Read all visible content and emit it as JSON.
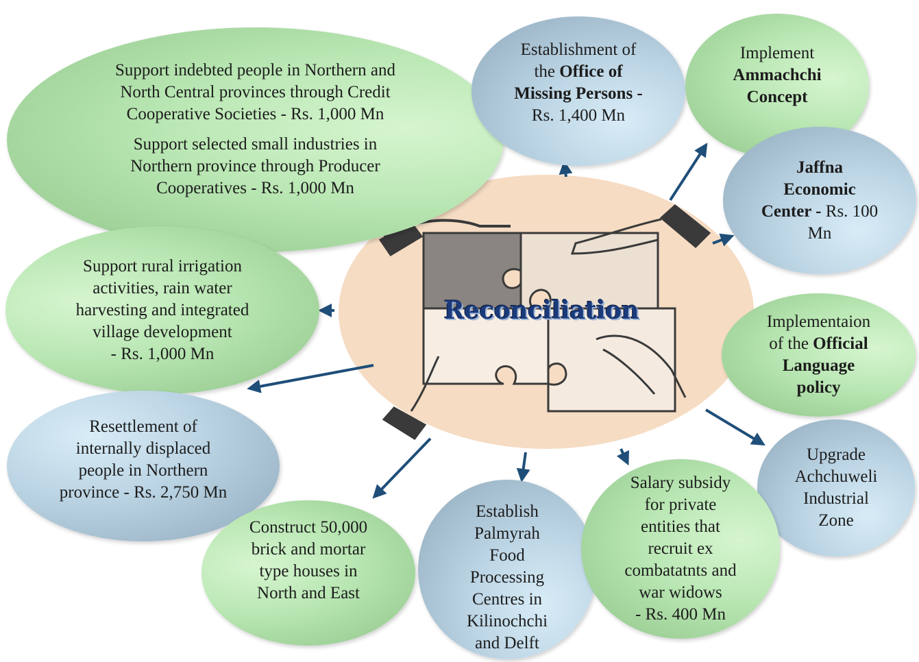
{
  "center": {
    "title": "Reconciliation"
  },
  "colors": {
    "arrow": "#1f4e79",
    "green": "#b8e6b2",
    "blue": "#b9d2e2",
    "center_fill": "#f5dcc3"
  },
  "nodes": {
    "credit_coop": {
      "line1": "Support indebted people in Northern and",
      "line2": "North Central provinces through Credit",
      "line3": "Cooperative Societies - Rs. 1,000 Mn",
      "line4": "Support selected small industries in",
      "line5": "Northern province through Producer",
      "line6": "Cooperatives - Rs. 1,000 Mn"
    },
    "missing_persons": {
      "line1": "Establishment of",
      "line2_pre": "the ",
      "line2_bold": "Office of",
      "line3_bold": "Missing Persons -",
      "line4": "Rs. 1,400 Mn"
    },
    "ammachchi": {
      "line1": "Implement",
      "line2_bold": "Ammachchi",
      "line3_bold": "Concept"
    },
    "jaffna": {
      "line1_bold": "Jaffna",
      "line2_bold": "Economic",
      "line3_bold": "Center -",
      "line3_rest": " Rs. 100",
      "line4": "Mn"
    },
    "irrigation": {
      "line1": "Support rural irrigation",
      "line2": "activities, rain water",
      "line3": "harvesting and integrated",
      "line4": "village development",
      "line5": "- Rs. 1,000 Mn"
    },
    "official_language": {
      "line1": "Implementaion",
      "line2_pre": "of the ",
      "line2_bold": "Official",
      "line3_bold": "Language",
      "line4_bold": "policy"
    },
    "resettlement": {
      "line1": "Resettlement of",
      "line2": "internally displaced",
      "line3": "people in Northern",
      "line4": "province - Rs. 2,750 Mn"
    },
    "achchuweli": {
      "line1": "Upgrade",
      "line2": "Achchuweli",
      "line3": "Industrial",
      "line4": "Zone"
    },
    "houses": {
      "line1": "Construct 50,000",
      "line2": "brick and mortar",
      "line3": "type houses in",
      "line4": "North and East"
    },
    "palmyrah": {
      "line1": "Establish",
      "line2": "Palmyrah",
      "line3": "Food",
      "line4": "Processing",
      "line5": "Centres in",
      "line6": "Kilinochchi",
      "line7": "and Delft"
    },
    "salary": {
      "line1": "Salary subsidy",
      "line2": "for private",
      "line3": "entities that",
      "line4": "recruit ex",
      "line5": "combatatnts and",
      "line6": "war widows",
      "line7": "- Rs. 400 Mn"
    }
  }
}
